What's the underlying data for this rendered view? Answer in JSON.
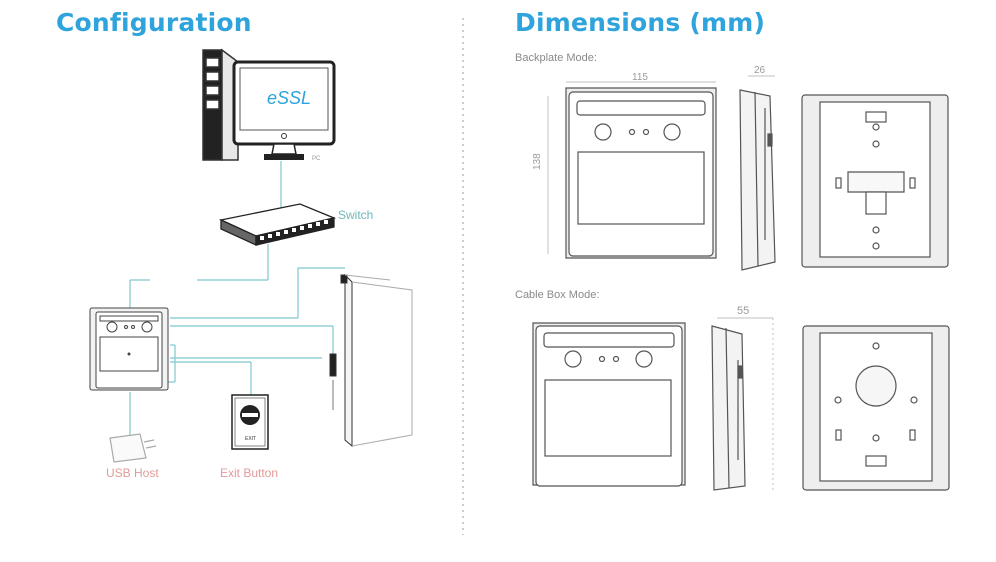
{
  "config": {
    "title": "Configuration",
    "logo_text": "eSSL",
    "pc_label": "PC",
    "switch_label": "Switch",
    "usb_label": "USB Host",
    "exit_label": "Exit Button",
    "exit_small": "EXIT"
  },
  "dimensions": {
    "title": "Dimensions (mm)",
    "backplate_label": "Backplate Mode:",
    "cablebox_label": "Cable Box Mode:",
    "dim_width_front": "115",
    "dim_depth_side": "26",
    "dim_height_front": "138",
    "dim_cable_depth": "55"
  },
  "colors": {
    "accent": "#2ea3dc",
    "line": "#7fc8cf",
    "label_pink": "#e39a9a"
  }
}
